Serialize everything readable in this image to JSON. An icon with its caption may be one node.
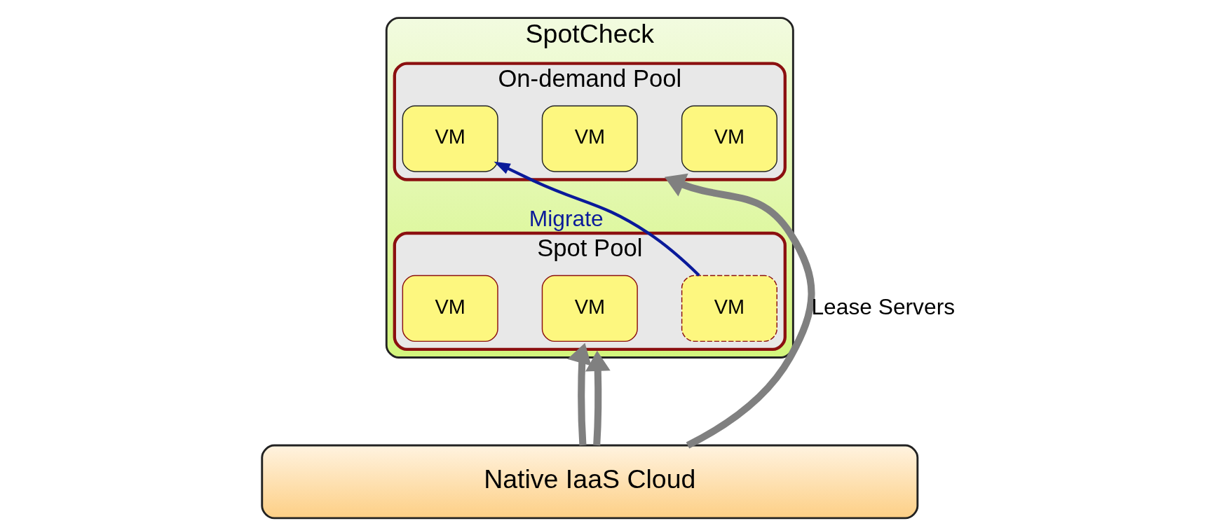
{
  "diagram": {
    "nodes": [
      {
        "text": [
          "SpotCheck"
        ]
      },
      {
        "text": [
          "Spot Pool"
        ],
        "in": 0
      },
      {
        "text": [
          "VM"
        ],
        "in": 1
      },
      {
        "text": [
          "VM"
        ],
        "in": 1
      },
      {
        "text": [
          "VM"
        ],
        "in": 1
      },
      {
        "text": [
          "On-demand Pool"
        ],
        "in": 0
      },
      {
        "text": [
          "VM"
        ],
        "in": 5
      },
      {
        "text": [
          "VM"
        ],
        "in": 5
      },
      {
        "text": [
          "VM"
        ],
        "in": 5
      },
      {
        "text": [
          "Native IaaS Cloud"
        ]
      }
    ],
    "edges": [
      {
        "from": 4,
        "to": 6,
        "arrow": "to",
        "label": "Migrate",
        "color": "#0a1a9a"
      },
      {
        "from": 9,
        "to": 1,
        "arrow": "to"
      },
      {
        "from": 9,
        "to": 0,
        "arrow": "to"
      },
      {
        "from": 9,
        "to": 5,
        "arrow": "to",
        "label": "Lease Servers"
      }
    ]
  }
}
